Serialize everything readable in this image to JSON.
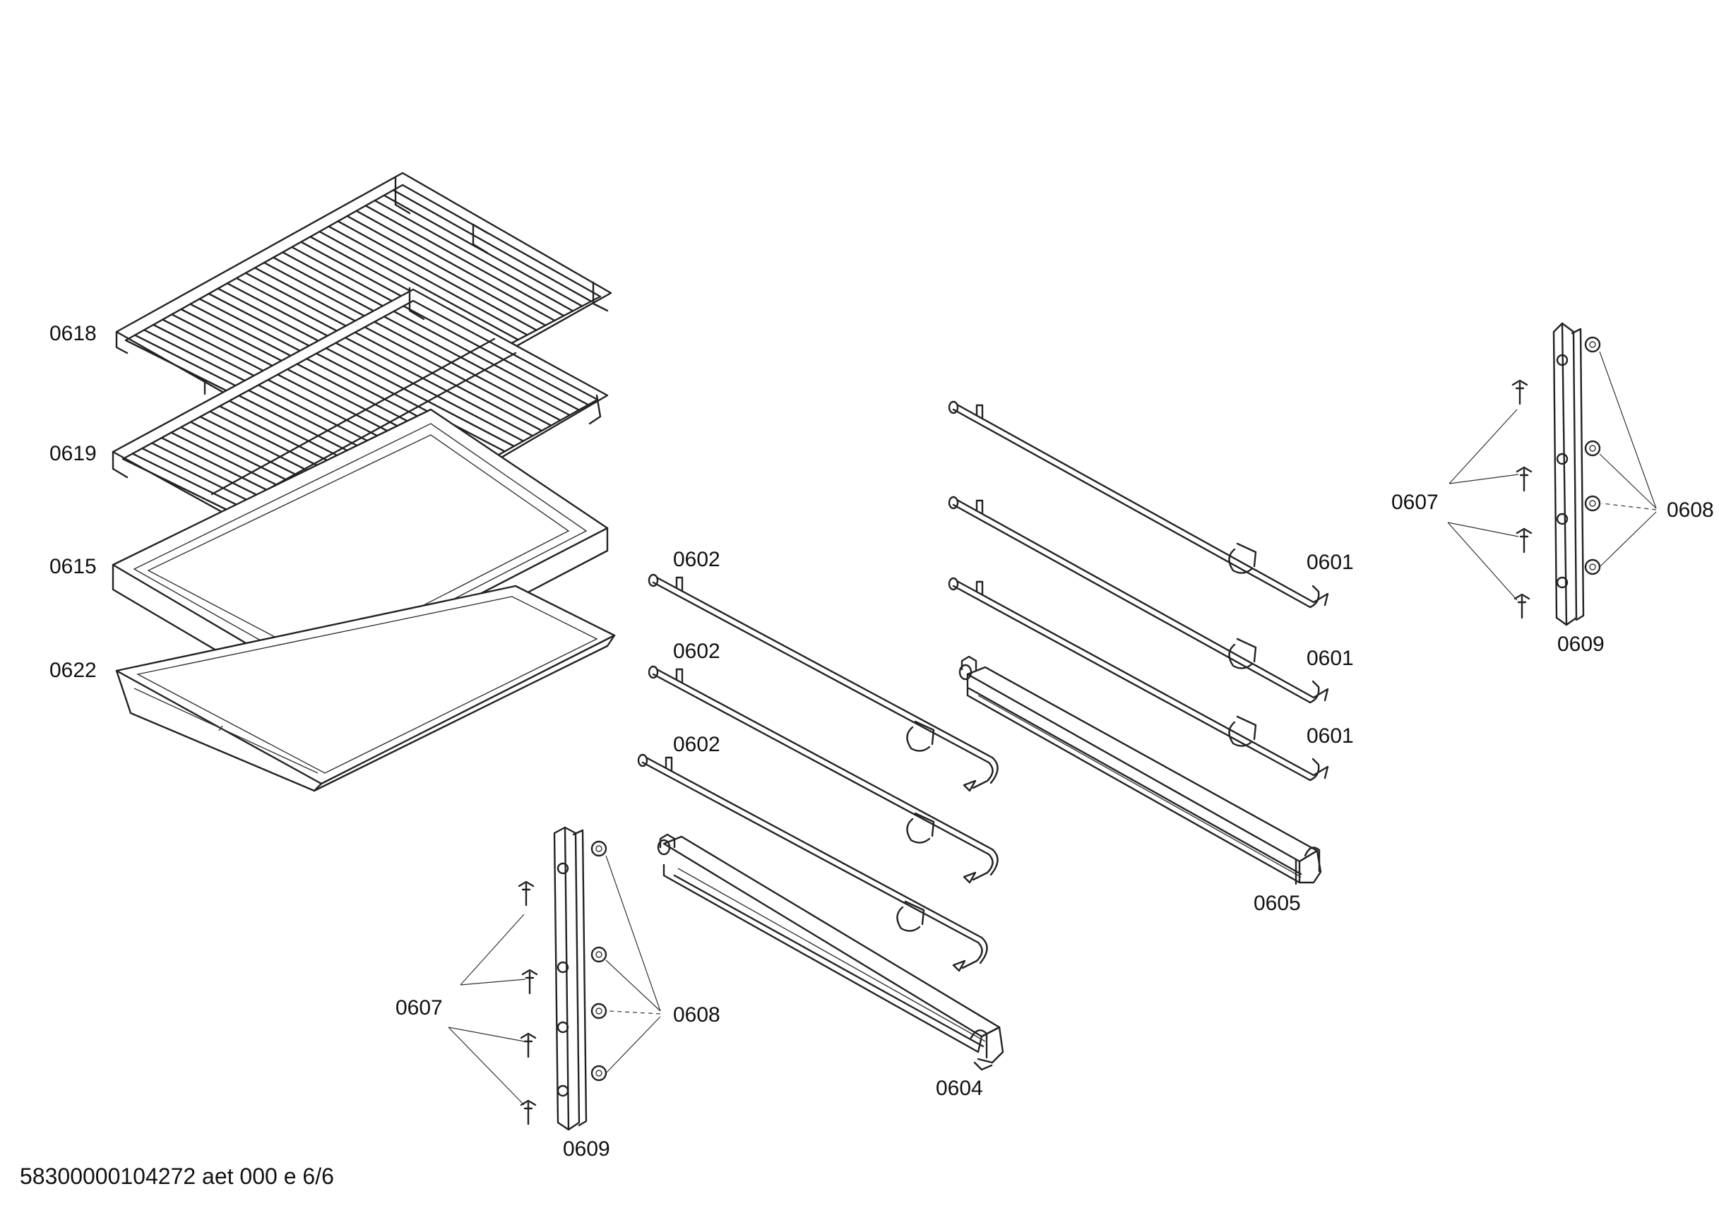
{
  "labels": {
    "l0618": "0618",
    "l0619": "0619",
    "l0615": "0615",
    "l0622": "0622",
    "l0602a": "0602",
    "l0602b": "0602",
    "l0602c": "0602",
    "l0601a": "0601",
    "l0601b": "0601",
    "l0601c": "0601",
    "l0605": "0605",
    "l0604": "0604",
    "l0607a": "0607",
    "l0608a": "0608",
    "l0609a": "0609",
    "l0607b": "0607",
    "l0608b": "0608",
    "l0609b": "0609"
  },
  "footer": "58300000104272 aet 000 e 6/6"
}
